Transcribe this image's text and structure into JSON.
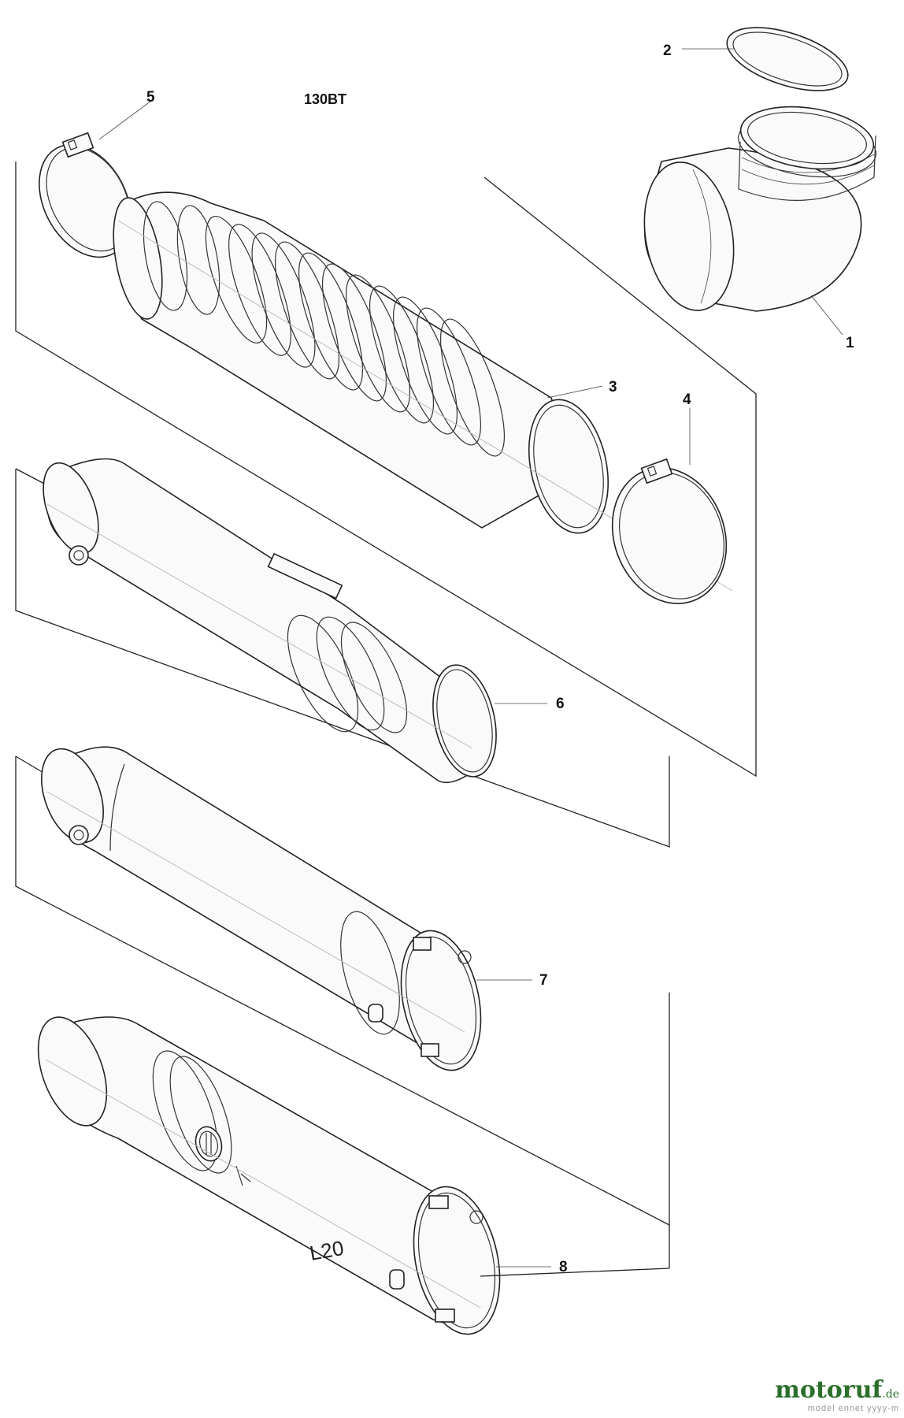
{
  "diagram": {
    "model": "130BT",
    "callouts": [
      "1",
      "2",
      "3",
      "4",
      "5",
      "6",
      "7",
      "8"
    ],
    "tube_marking": "L20",
    "colors": {
      "line": "#222222",
      "part_fill": "#fafafa",
      "watermark": "#2a6f2a"
    }
  },
  "watermark": {
    "brand": "motoruf",
    "tld": ".de",
    "sub": "model ennet yyyy-m"
  }
}
